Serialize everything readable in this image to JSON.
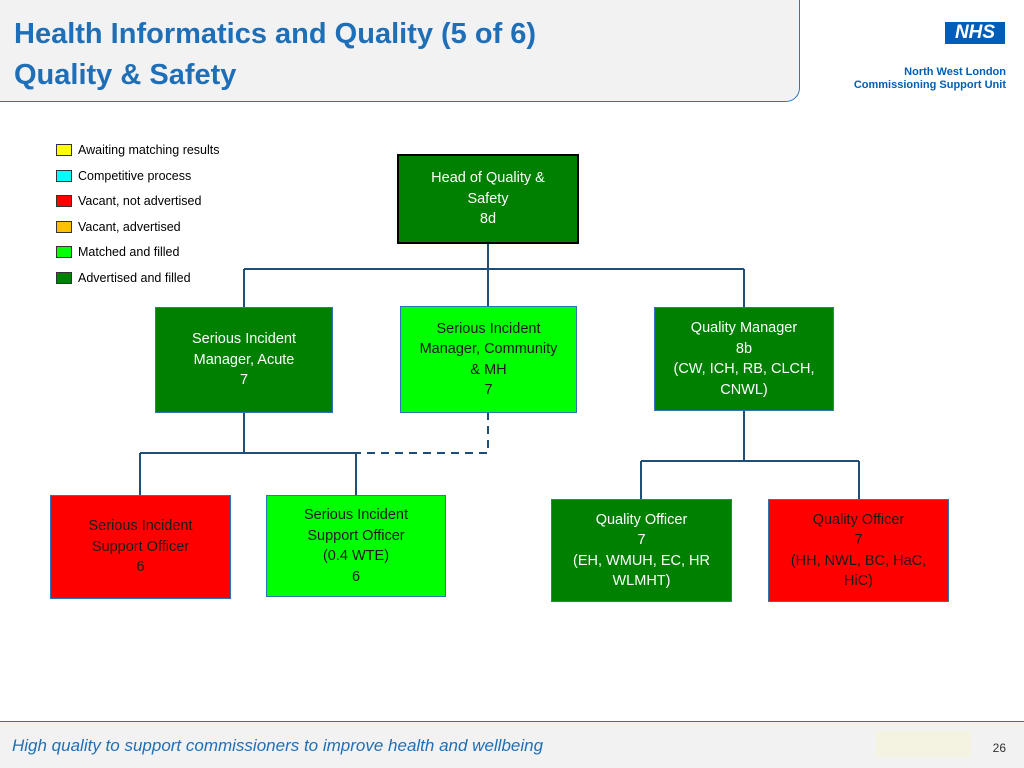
{
  "header": {
    "title_line1": "Health Informatics and Quality (5 of 6)",
    "title_line2": "Quality & Safety",
    "logo_text": "NHS",
    "org_line1": "North West London",
    "org_line2": "Commissioning Support Unit"
  },
  "legend": [
    {
      "label": "Awaiting matching results",
      "color": "#ffff00"
    },
    {
      "label": "Competitive process",
      "color": "#00ffff"
    },
    {
      "label": "Vacant, not advertised",
      "color": "#ff0000"
    },
    {
      "label": "Vacant, advertised",
      "color": "#ffc000"
    },
    {
      "label": "Matched and filled",
      "color": "#00ff00"
    },
    {
      "label": "Advertised and filled",
      "color": "#008000"
    }
  ],
  "colors": {
    "advertised_filled": "#008000",
    "matched_filled": "#00ff00",
    "vacant_not_advertised": "#ff0000",
    "connector": "#1f4e79",
    "accent_blue": "#1f6fb8"
  },
  "org": {
    "head": {
      "lines": [
        "Head of Quality &",
        "Safety",
        "8d"
      ],
      "status": "advertised_filled"
    },
    "sim_acute": {
      "lines": [
        "Serious Incident",
        "Manager, Acute",
        "7"
      ],
      "status": "advertised_filled"
    },
    "sim_community": {
      "lines": [
        "Serious Incident",
        "Manager, Community",
        "& MH",
        "7"
      ],
      "status": "matched_filled"
    },
    "quality_manager": {
      "lines": [
        "Quality Manager",
        "8b",
        "(CW, ICH, RB, CLCH,",
        "CNWL)"
      ],
      "status": "advertised_filled"
    },
    "siso_6": {
      "lines": [
        "Serious Incident",
        "Support Officer",
        "6"
      ],
      "status": "vacant_not_advertised"
    },
    "siso_04": {
      "lines": [
        "Serious Incident",
        "Support Officer",
        "(0.4 WTE)",
        "6"
      ],
      "status": "matched_filled"
    },
    "qo_eh": {
      "lines": [
        "Quality Officer",
        "7",
        "(EH, WMUH, EC, HR",
        "WLMHT)"
      ],
      "status": "advertised_filled"
    },
    "qo_hh": {
      "lines": [
        "Quality Officer",
        "7",
        "(HH, NWL, BC, HaC,",
        "HiC)"
      ],
      "status": "vacant_not_advertised"
    }
  },
  "footer": {
    "tagline": "High quality to support commissioners to improve health and wellbeing",
    "page_number": "26"
  }
}
